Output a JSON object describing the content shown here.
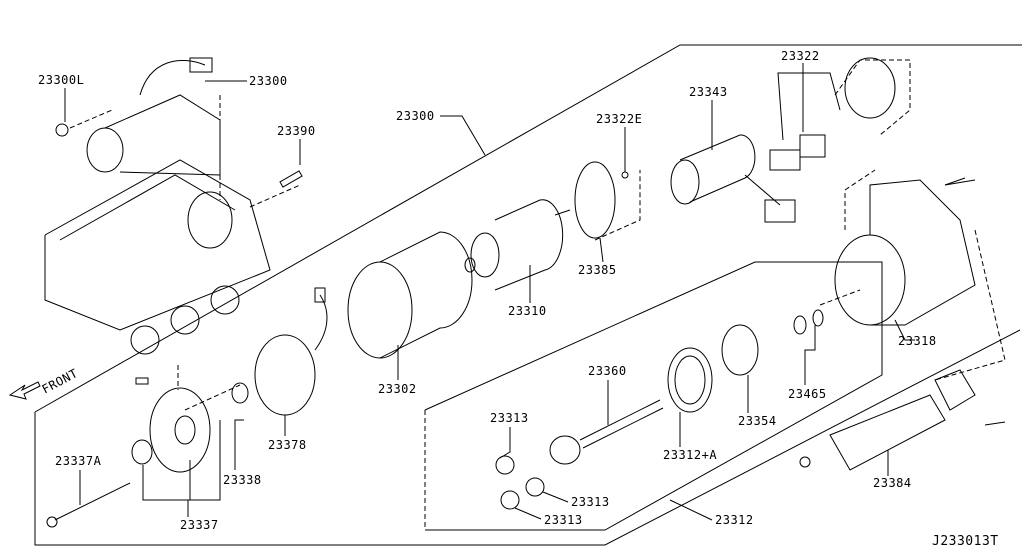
{
  "diagram_code": "J233013T",
  "front_label": "FRONT",
  "parts": {
    "p23300L": "23300L",
    "p23300_top": "23300",
    "p23390": "23390",
    "p23300_box": "23300",
    "p23322E": "23322E",
    "p23343": "23343",
    "p23322": "23322",
    "p23385": "23385",
    "p23310": "23310",
    "p23302": "23302",
    "p23318": "23318",
    "p23465": "23465",
    "p23354": "23354",
    "p23360": "23360",
    "p23312A": "23312+A",
    "p23313_a": "23313",
    "p23313_b": "23313",
    "p23313_c": "23313",
    "p23312": "23312",
    "p23378": "23378",
    "p23337A": "23337A",
    "p23338": "23338",
    "p23337": "23337",
    "p23384": "23384"
  }
}
